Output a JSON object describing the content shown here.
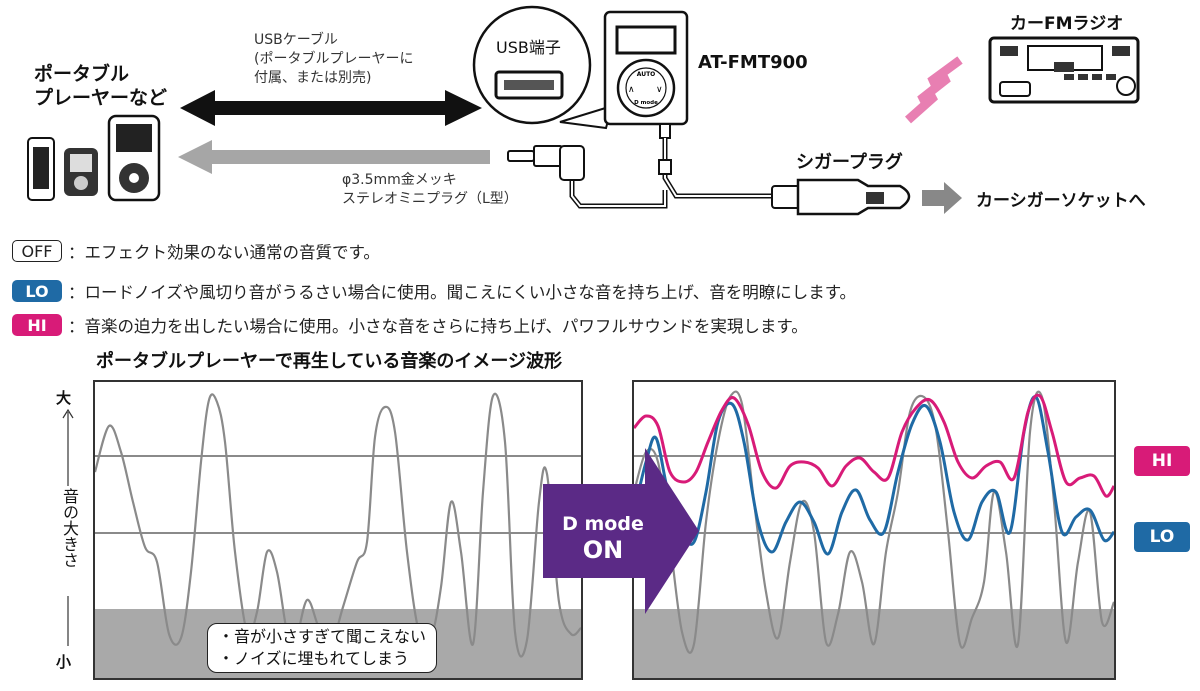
{
  "top": {
    "source_label": "ポータブル\nプレーヤーなど",
    "usb_cable": "USBケーブル\n(ポータブルプレーヤーに\n付属、または別売)",
    "usb_port": "USB端子",
    "model": "AT-FMT900",
    "device_auto": "AUTO",
    "device_dmode": "D mode",
    "radio_label": "カーFMラジオ",
    "cigar_plug": "シガープラグ",
    "mini_plug": "φ3.5mm金メッキ\nステレオミニプラグ（L型）",
    "socket": "カーシガーソケットへ"
  },
  "modes": [
    {
      "badge": "OFF",
      "text": "：エフェクト効果のない通常の音質です。"
    },
    {
      "badge": "LO",
      "text": "：ロードノイズや風切り音がうるさい場合に使用。聞こえにくい小さな音を持ち上げ、音を明瞭にします。"
    },
    {
      "badge": "HI",
      "text": "：音楽の迫力を出したい場合に使用。小さな音をさらに持ち上げ、パワフルサウンドを実現します。"
    }
  ],
  "chart_title": "ポータブルプレーヤーで再生している音楽のイメージ波形",
  "axis": {
    "label": "音の大きさ",
    "top": "大",
    "bottom": "小"
  },
  "callout": "・音が小さすぎて聞こえない\n・ノイズに埋もれてしまう",
  "arrow": {
    "line1": "D mode",
    "line2": "ON"
  },
  "side_badges": {
    "hi": "HI",
    "lo": "LO"
  },
  "colors": {
    "hi": "#d81b78",
    "lo": "#1f6aa5",
    "arrow": "#5b2a86",
    "noise": "#a9a9a9"
  }
}
